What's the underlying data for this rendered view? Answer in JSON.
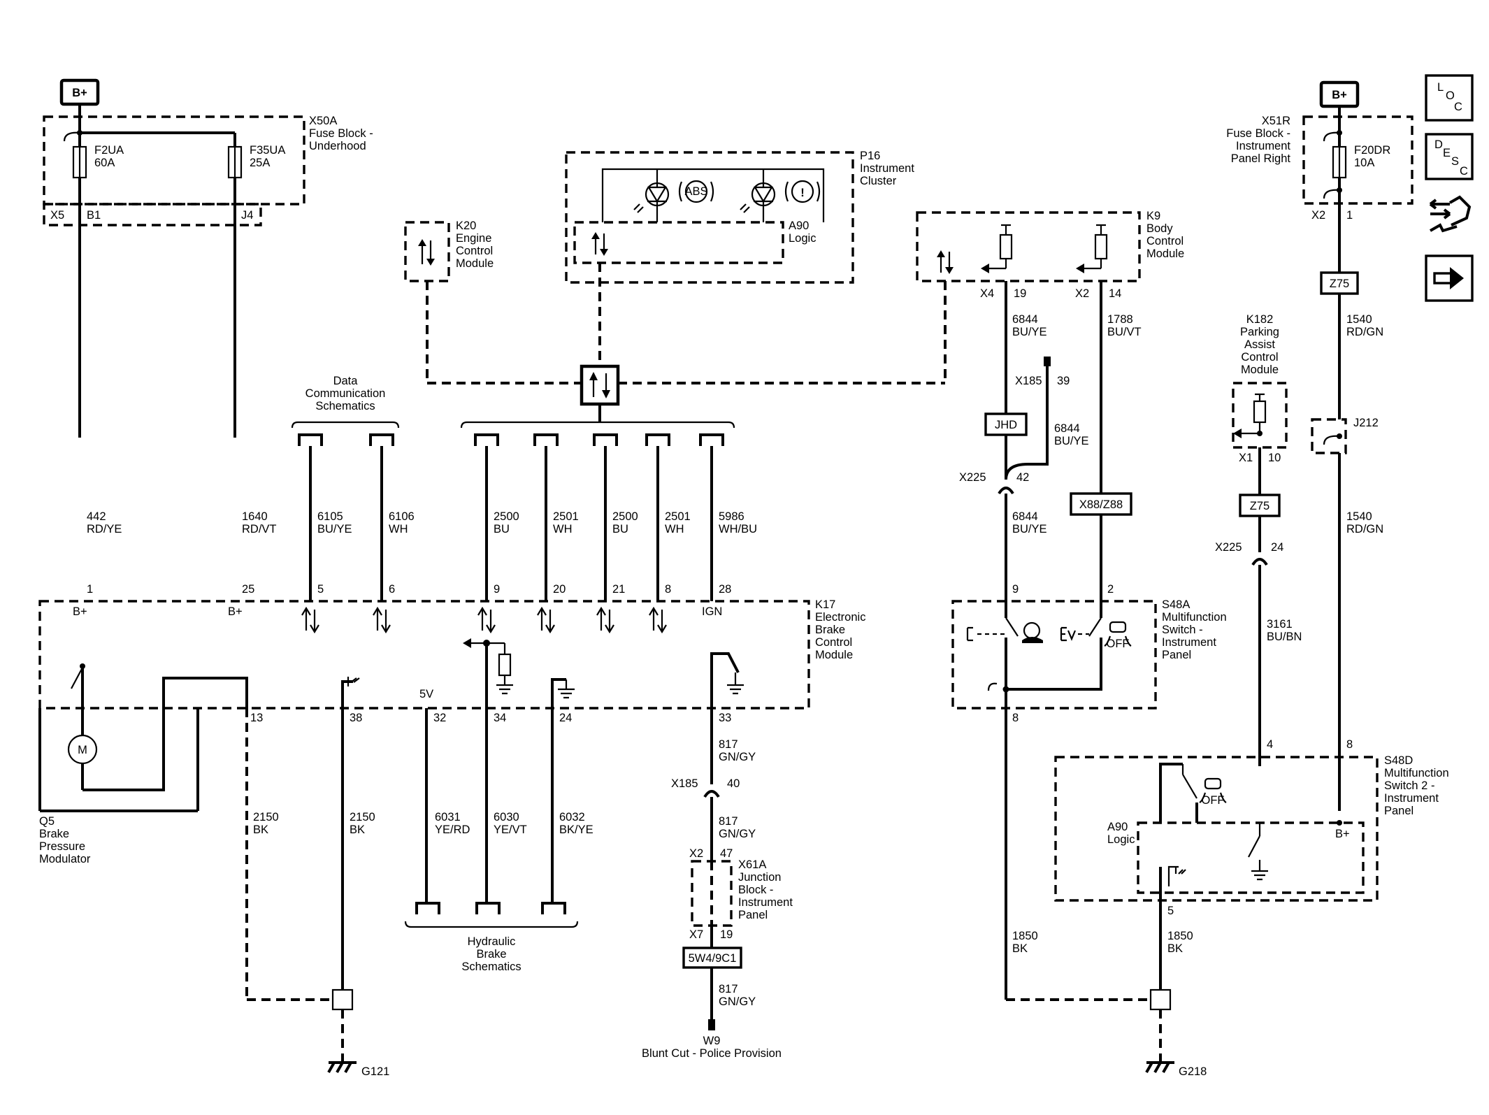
{
  "battery": {
    "left": "B+",
    "right": "B+"
  },
  "fuse_block_underhood": {
    "title": [
      "X50A",
      "Fuse Block -",
      "Underhood"
    ],
    "fuse1": [
      "F2UA",
      "60A"
    ],
    "fuse2": [
      "F35UA",
      "25A"
    ],
    "x5": "X5",
    "b1": "B1",
    "j4": "J4"
  },
  "fuse_block_ip_right": {
    "title": [
      "X51R",
      "Fuse Block -",
      "Instrument",
      "Panel Right"
    ],
    "fuse": [
      "F20DR",
      "10A"
    ],
    "x2": "X2",
    "pin": "1"
  },
  "instrument_cluster": {
    "title": [
      "P16",
      "Instrument",
      "Cluster"
    ],
    "logic": [
      "A90",
      "Logic"
    ],
    "abs_symbol": "ABS",
    "brake_symbol": "!"
  },
  "engine_control_module": {
    "title": [
      "K20",
      "Engine",
      "Control",
      "Module"
    ]
  },
  "body_control_module": {
    "title": [
      "K9",
      "Body",
      "Control",
      "Module"
    ],
    "x4": "X4",
    "x4_pin": "19",
    "x2": "X2",
    "x2_pin": "14"
  },
  "data_comm": {
    "label": [
      "Data",
      "Communication",
      "Schematics"
    ]
  },
  "wires": {
    "w442": [
      "442",
      "RD/YE"
    ],
    "w1640": [
      "1640",
      "RD/VT"
    ],
    "w6105": [
      "6105",
      "BU/YE"
    ],
    "w6106": [
      "6106",
      "WH"
    ],
    "w2500a": [
      "2500",
      "BU"
    ],
    "w2501a": [
      "2501",
      "WH"
    ],
    "w2500b": [
      "2500",
      "BU"
    ],
    "w2501b": [
      "2501",
      "WH"
    ],
    "w5986": [
      "5986",
      "WH/BU"
    ],
    "w6844a": [
      "6844",
      "BU/YE"
    ],
    "w6844b": [
      "6844",
      "BU/YE"
    ],
    "w6844c": [
      "6844",
      "BU/YE"
    ],
    "w1788": [
      "1788",
      "BU/VT"
    ],
    "w1540a": [
      "1540",
      "RD/GN"
    ],
    "w1540b": [
      "1540",
      "RD/GN"
    ],
    "w3161": [
      "3161",
      "BU/BN"
    ],
    "w2150a": [
      "2150",
      "BK"
    ],
    "w2150b": [
      "2150",
      "BK"
    ],
    "w6031": [
      "6031",
      "YE/RD"
    ],
    "w6030": [
      "6030",
      "YE/VT"
    ],
    "w6032": [
      "6032",
      "BK/YE"
    ],
    "w817a": [
      "817",
      "GN/GY"
    ],
    "w817b": [
      "817",
      "GN/GY"
    ],
    "w817c": [
      "817",
      "GN/GY"
    ],
    "w1850a": [
      "1850",
      "BK"
    ],
    "w1850b": [
      "1850",
      "BK"
    ]
  },
  "ebcm": {
    "title": [
      "K17",
      "Electronic",
      "Brake",
      "Control",
      "Module"
    ],
    "top_pins": [
      "1",
      "25",
      "5",
      "6",
      "9",
      "20",
      "21",
      "8",
      "28"
    ],
    "bplus1": "B+",
    "bplus2": "B+",
    "ign": "IGN",
    "bottom_pins": [
      "13",
      "38",
      "32",
      "34",
      "24",
      "33"
    ],
    "five_v": "5V"
  },
  "brake_modulator": {
    "title": [
      "Q5",
      "Brake",
      "Pressure",
      "Modulator"
    ],
    "motor": "M"
  },
  "hydraulic": {
    "label": [
      "Hydraulic",
      "Brake",
      "Schematics"
    ]
  },
  "connectors": {
    "x185a": "X185",
    "x185a_pin": "39",
    "x185b": "X185",
    "x185b_pin": "40",
    "x225a": "X225",
    "x225a_pin": "42",
    "x225b": "X225",
    "x225b_pin": "24",
    "jhd": "JHD",
    "x88z88": "X88/Z88",
    "z75a": "Z75",
    "z75b": "Z75",
    "j212": "J212",
    "splice_5w4": "5W4/9C1"
  },
  "junction_block": {
    "title": [
      "X61A",
      "Junction",
      "Block -",
      "Instrument",
      "Panel"
    ],
    "x2": "X2",
    "x2_pin": "47",
    "x7": "X7",
    "x7_pin": "19"
  },
  "blunt_cut": [
    "W9",
    "Blunt Cut - Police Provision"
  ],
  "parking_assist": {
    "title": [
      "K182",
      "Parking",
      "Assist",
      "Control",
      "Module"
    ],
    "x1": "X1",
    "pin": "10"
  },
  "switch_s48a": {
    "title": [
      "S48A",
      "Multifunction",
      "Switch -",
      "Instrument",
      "Panel"
    ],
    "pin_top_left": "9",
    "pin_top_right": "2",
    "pin_bottom": "8"
  },
  "switch_s48d": {
    "title": [
      "S48D",
      "Multifunction",
      "Switch 2 -",
      "Instrument",
      "Panel"
    ],
    "pin4": "4",
    "pin8": "8",
    "pin5": "5",
    "logic": [
      "A90",
      "Logic"
    ],
    "bplus": "B+",
    "off": "OFF"
  },
  "off_label": "OFF",
  "grounds": {
    "g121": "G121",
    "g218": "G218"
  },
  "nav": {
    "loc": [
      "L",
      "O",
      "C"
    ],
    "desc": [
      "D",
      "E",
      "S",
      "C"
    ]
  }
}
